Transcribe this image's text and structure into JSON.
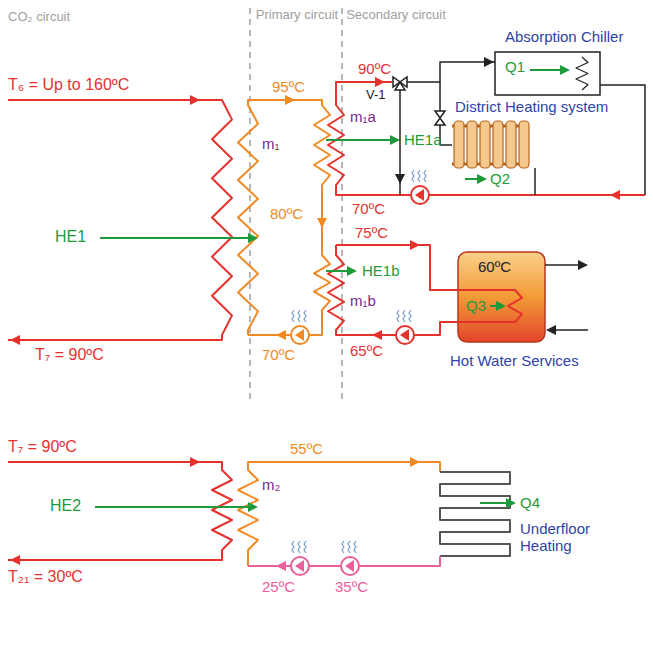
{
  "diagram": {
    "nodes": [
      {
        "text": [
          "Absorption Chiller",
          "Q1"
        ]
      },
      {
        "text": [
          "District Heating system",
          "Q2"
        ]
      },
      {
        "text": [
          "60ºC",
          "Q3",
          "Hot Water Services"
        ]
      },
      {
        "text": [
          "Q4",
          "Underfloor Heating"
        ]
      }
    ],
    "labels": [
      "CO₂ circuit",
      "Primary circuit",
      "Secondary circuit",
      "T₆ = Up to 160ºC",
      "95ºC",
      "90ºC",
      "m₁",
      "m₁a",
      "HE1a",
      "HE1",
      "80ºC",
      "70ºC",
      "75ºC",
      "HE1b",
      "m₁b",
      "T₇ = 90ºC",
      "70ºC",
      "65ºC",
      "V-1",
      "T₇ = 90ºC",
      "55ºC",
      "m₂",
      "HE2",
      "T₂₁ = 30ºC",
      "25ºC",
      "35ºC"
    ]
  }
}
